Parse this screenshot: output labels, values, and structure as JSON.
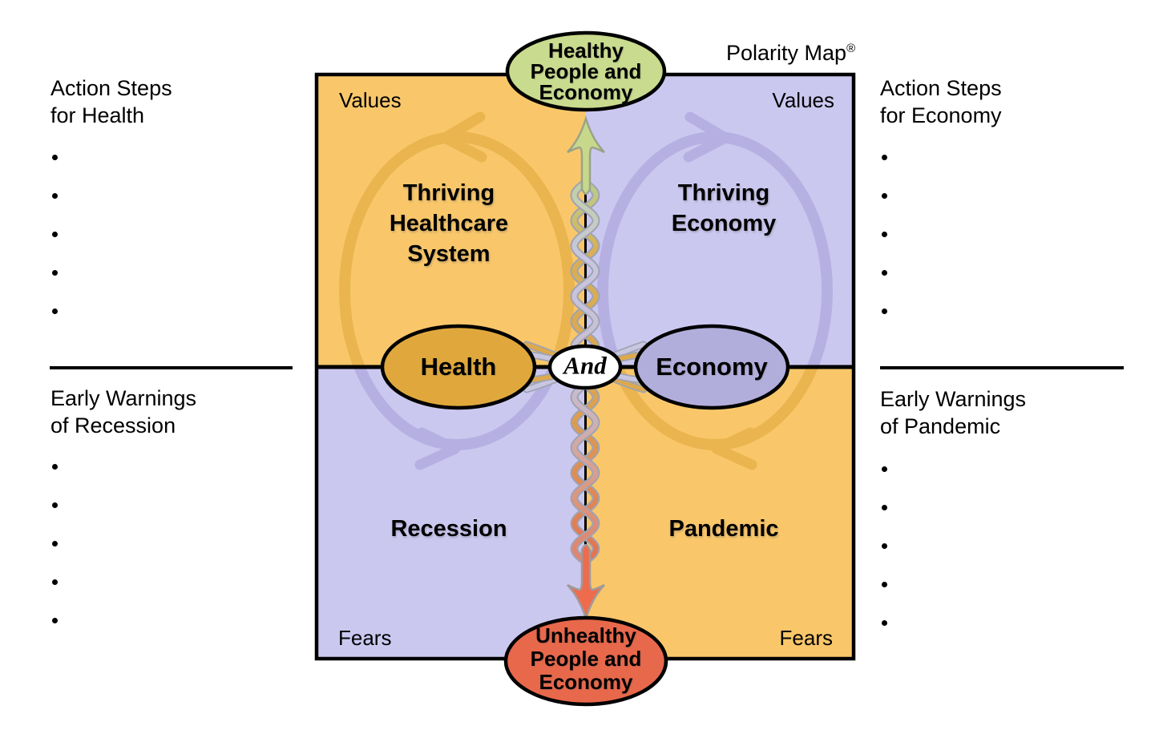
{
  "brand": {
    "title": "Polarity Map",
    "registered_mark": "®"
  },
  "side_panels": {
    "left_top": {
      "heading": [
        "Action Steps",
        "for Health"
      ],
      "bullet_count": 5
    },
    "left_bottom": {
      "heading": [
        "Early Warnings",
        "of Recession"
      ],
      "bullet_count": 5
    },
    "right_top": {
      "heading": [
        "Action Steps",
        "for Economy"
      ],
      "bullet_count": 5
    },
    "right_bottom": {
      "heading": [
        "Early Warnings",
        "of Pandemic"
      ],
      "bullet_count": 5
    }
  },
  "map": {
    "poles": {
      "upper": {
        "lines": [
          "Healthy",
          "People and",
          "Economy"
        ],
        "fill": "#c9db8e"
      },
      "lower": {
        "lines": [
          "Unhealthy",
          "People and",
          "Economy"
        ],
        "fill": "#e8684b"
      },
      "left": {
        "label": "Health",
        "fill": "#e0a83c"
      },
      "right": {
        "label": "Economy",
        "fill": "#b2aedc"
      },
      "center": {
        "label": "And",
        "fill": "#ffffff"
      }
    },
    "quadrants": {
      "top_left": {
        "lines": [
          "Thriving",
          "Healthcare",
          "System"
        ],
        "corner_label": "Values",
        "fill": "#f9c76a"
      },
      "top_right": {
        "lines": [
          "Thriving",
          "Economy"
        ],
        "corner_label": "Values",
        "fill": "#cbc8f0"
      },
      "bottom_left": {
        "lines": [
          "Recession"
        ],
        "corner_label": "Fears",
        "fill": "#cbc8f0"
      },
      "bottom_right": {
        "lines": [
          "Pandemic"
        ],
        "corner_label": "Fears",
        "fill": "#f9c76a"
      }
    },
    "colors": {
      "loop_gold": "#eab44f",
      "loop_lavender": "#b6b0e2",
      "helix_gold": "#dca94f",
      "helix_lavender": "#c8c6e0",
      "up_arrow": "#c8d88b",
      "down_arrow": "#ee6b4d",
      "border": "#000000"
    }
  }
}
